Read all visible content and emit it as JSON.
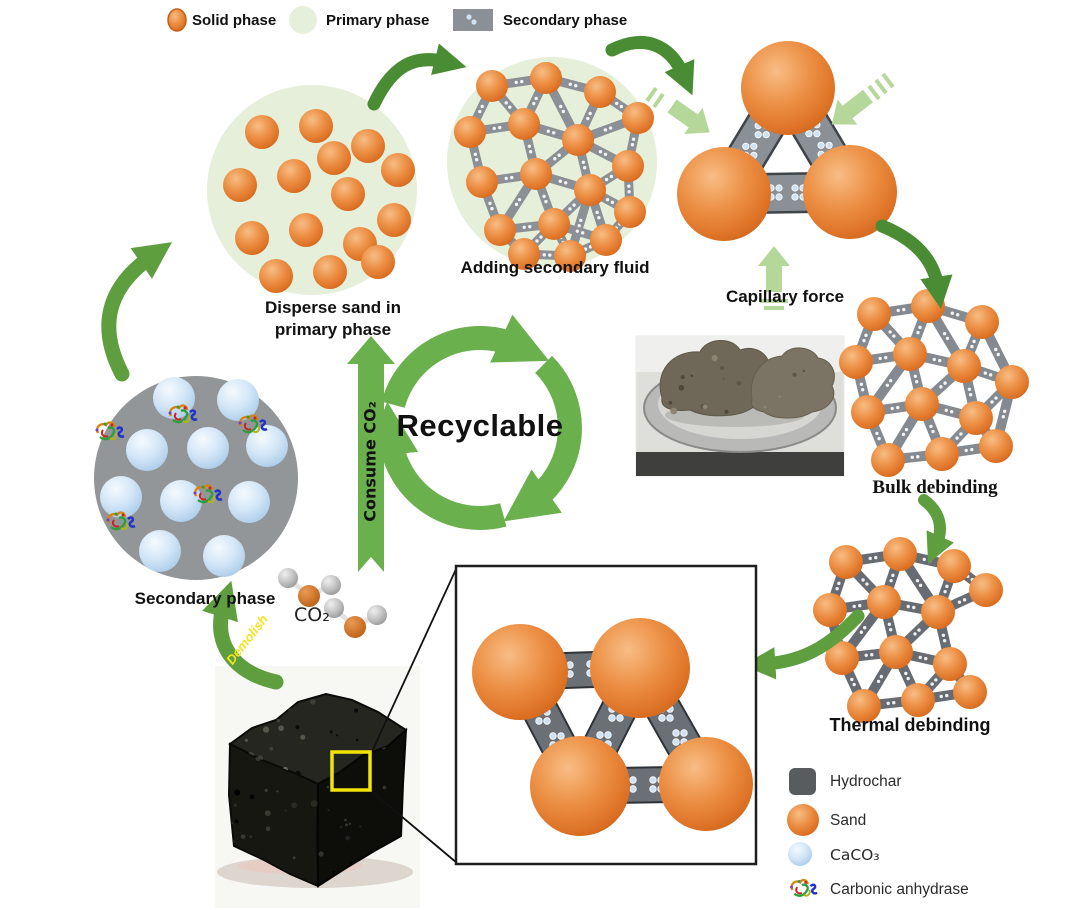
{
  "legend_top": {
    "items": [
      {
        "name": "solid-phase",
        "label": "Solid phase"
      },
      {
        "name": "primary-phase",
        "label": "Primary phase"
      },
      {
        "name": "secondary-phase",
        "label": "Secondary phase"
      }
    ]
  },
  "stages": {
    "disperse": {
      "label_line1": "Disperse sand in",
      "label_line2": "primary phase"
    },
    "adding": {
      "label": "Adding secondary fluid"
    },
    "capillary": {
      "label": "Capillary force"
    },
    "bulk": {
      "label": "Bulk debinding"
    },
    "thermal": {
      "label": "Thermal debinding"
    },
    "secondary": {
      "label": "Secondary phase"
    }
  },
  "center": {
    "recyclable_label": "Recyclable",
    "consume_co2_label": "Consume CO₂",
    "co2_label": "CO₂",
    "demolish_label": "Demolish"
  },
  "legend_bottom": {
    "items": [
      {
        "name": "hydrochar",
        "label": "Hydrochar"
      },
      {
        "name": "sand",
        "label": "Sand"
      },
      {
        "name": "caco3",
        "label": "CaCO₃"
      },
      {
        "name": "carbonic-anhydrase",
        "label": "Carbonic anhydrase"
      }
    ]
  },
  "colors": {
    "sand_orange": "#e07f35",
    "primary_green": "#e6efda",
    "hydrochar_gray": "#8b9096",
    "recycle_green": "#6ab04c",
    "dark_arrow_green": "#4a8c33",
    "light_arrow_green": "#b6d79a",
    "caco3_blue": "#cfe3f5",
    "highlight_yellow": "#f2e30a"
  }
}
